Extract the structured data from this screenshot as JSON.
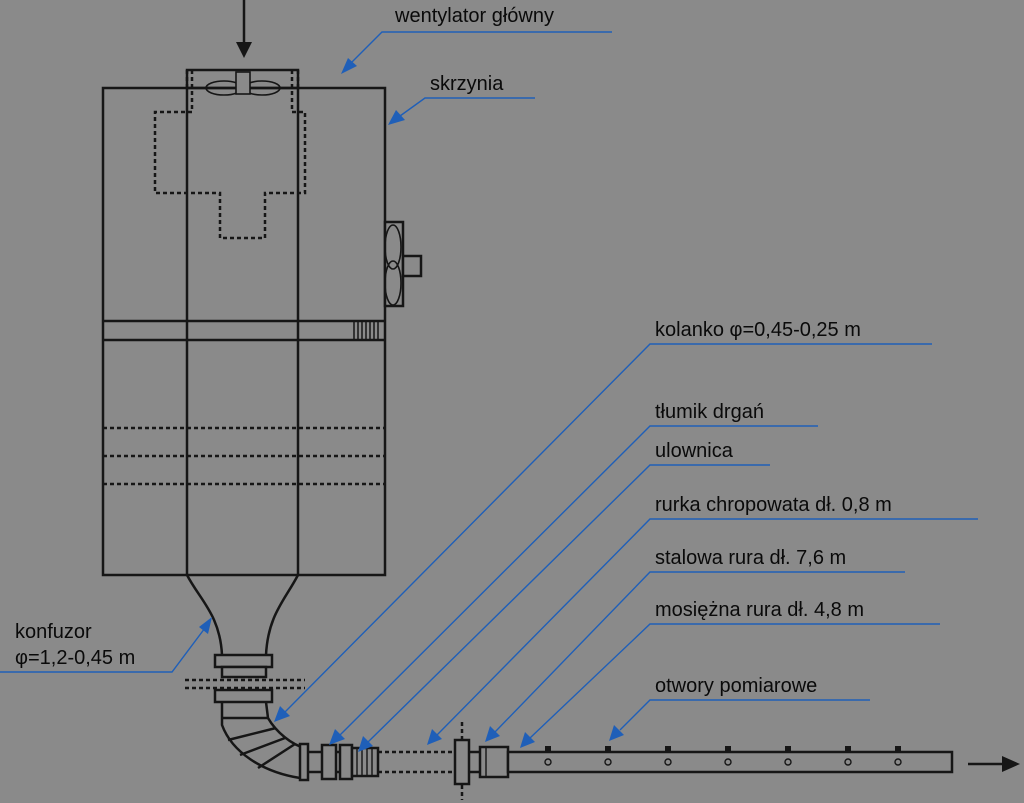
{
  "labels": {
    "main_fan": "wentylator główny",
    "box": "skrzynia",
    "elbow": "kolanko φ=0,45-0,25 m",
    "damper": "tłumik drgań",
    "straightener": "ulownica",
    "rough_pipe": "rurka chropowata dł. 0,8 m",
    "steel_pipe": "stalowa rura dł. 7,6 m",
    "brass_pipe": "mosiężna rura dł. 4,8 m",
    "holes": "otwory pomiarowe",
    "confusor_line1": "konfuzor",
    "confusor_line2": "φ=1,2-0,45 m"
  },
  "colors": {
    "background": "#8a8a8a",
    "line": "#161616",
    "leader": "#1f5fb8"
  }
}
